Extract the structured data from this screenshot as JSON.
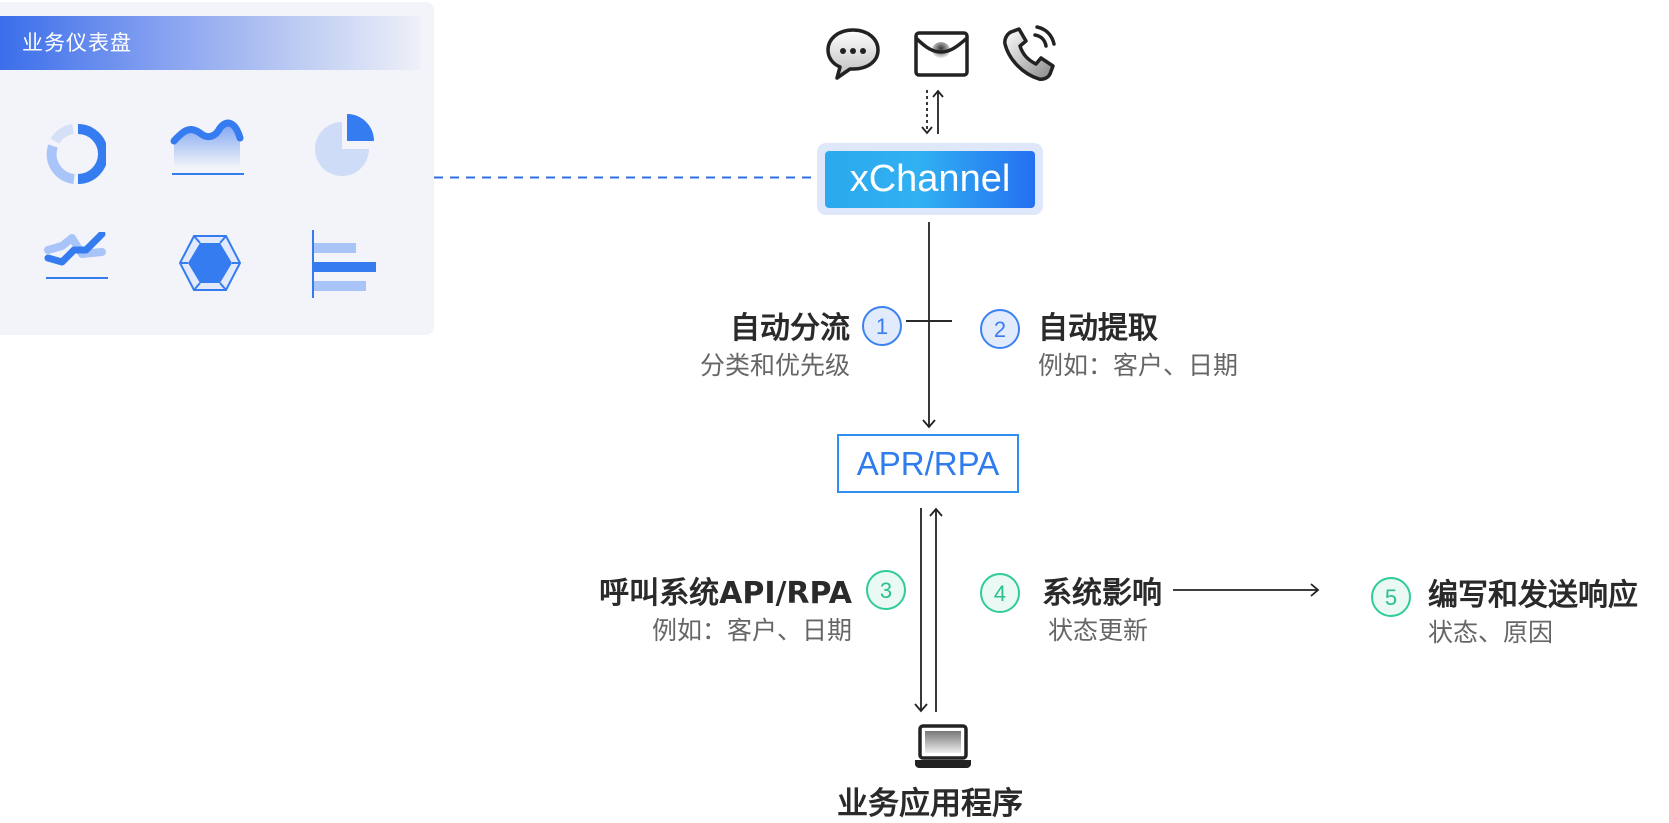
{
  "dashboard": {
    "title": "业务仪表盘",
    "icons": [
      "donut-chart-icon",
      "area-chart-icon",
      "pie-chart-icon",
      "line-chart-icon",
      "radar-chart-icon",
      "bar-chart-icon"
    ]
  },
  "channels": {
    "icons": [
      "chat-bubble-icon",
      "email-icon",
      "phone-icon"
    ]
  },
  "xchannel": {
    "label": "xChannel"
  },
  "apr": {
    "label": "APR/RPA"
  },
  "steps": [
    {
      "number": "1",
      "title": "自动分流",
      "subtitle": "分类和优先级"
    },
    {
      "number": "2",
      "title": "自动提取",
      "subtitle": "例如：客户、日期"
    },
    {
      "number": "3",
      "title": "呼叫系统API/RPA",
      "subtitle": "例如：客户、日期"
    },
    {
      "number": "4",
      "title": "系统影响",
      "subtitle": "状态更新"
    },
    {
      "number": "5",
      "title": "编写和发送响应",
      "subtitle": "状态、原因"
    }
  ],
  "business_app": {
    "label": "业务应用程序",
    "icon": "laptop-icon"
  },
  "colors": {
    "accent_blue": "#3b7cf0",
    "accent_green": "#2fcc95",
    "panel_bg": "#f3f4f9",
    "text_dark": "#2a2a2a",
    "text_muted": "#666666"
  }
}
